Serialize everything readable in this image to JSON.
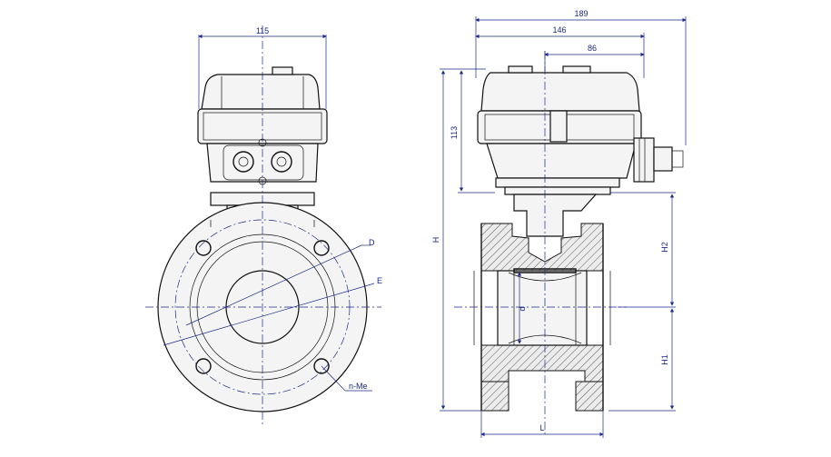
{
  "dimensions": {
    "top_width_left": "115",
    "overall_width": "189",
    "width_mid": "146",
    "width_short": "86",
    "height_actuator": "113",
    "height_total": "H",
    "height_upper": "H2",
    "height_lower": "H1",
    "length": "L",
    "bore": "d",
    "pcd": "D",
    "flange_od": "E",
    "bolt_holes": "n-Me"
  },
  "colors": {
    "outline": "#111111",
    "dimension": "#1a2a8a",
    "background": "#ffffff"
  }
}
